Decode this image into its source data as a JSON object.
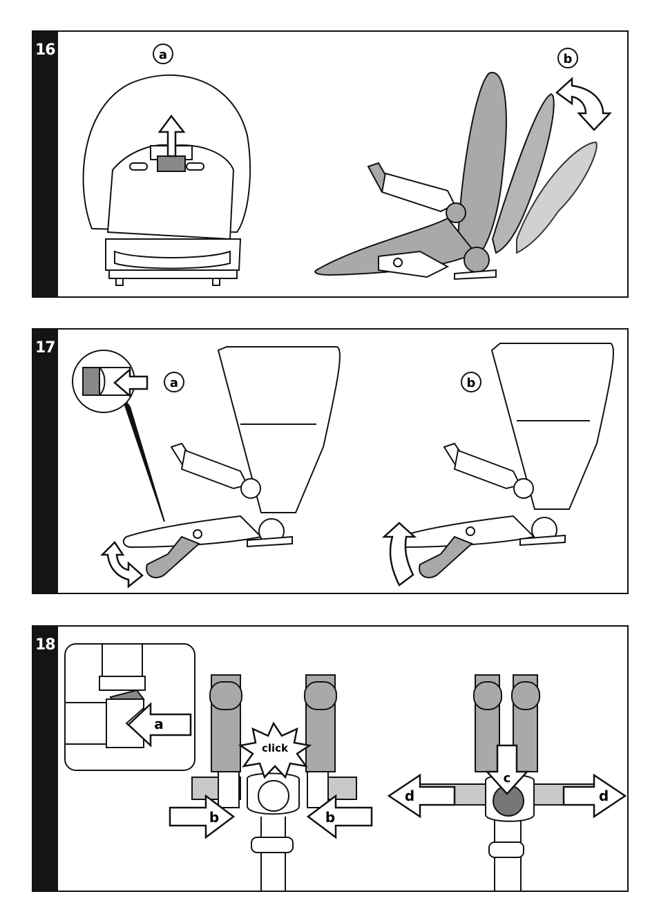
{
  "steps": [
    {
      "number": "16",
      "labels": {
        "a": "a",
        "b": "b"
      }
    },
    {
      "number": "17",
      "labels": {
        "a": "a",
        "b": "b"
      }
    },
    {
      "number": "18",
      "labels": {
        "a": "a",
        "b_left": "b",
        "b_right": "b",
        "c": "c",
        "d_left": "d",
        "d_right": "d",
        "click": "click"
      }
    }
  ],
  "colors": {
    "frame": "#141414",
    "fill_gray": "#a9a9a9",
    "fill_light": "#c9c9c9",
    "fill_dark": "#7f7f7f"
  }
}
